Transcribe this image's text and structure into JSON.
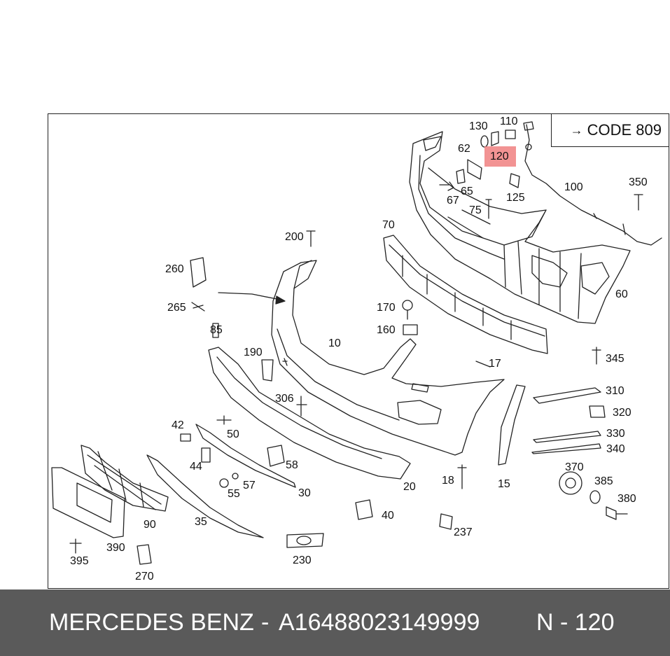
{
  "code_box": {
    "text": "CODE 809",
    "arrow": "→"
  },
  "highlight": {
    "label": "120",
    "color": "#f08080"
  },
  "labels": {
    "l130": "130",
    "l110": "110",
    "l62": "62",
    "l120": "120",
    "l65": "65",
    "l67": "67",
    "l125": "125",
    "l100": "100",
    "l350": "350",
    "l75": "75",
    "l70": "70",
    "l60": "60",
    "l200": "200",
    "l260": "260",
    "l265": "265",
    "l85": "85",
    "l170": "170",
    "l160": "160",
    "l10": "10",
    "l190": "190",
    "l17": "17",
    "l345": "345",
    "l306": "306",
    "l310": "310",
    "l320": "320",
    "l42": "42",
    "l50": "50",
    "l330": "330",
    "l340": "340",
    "l44": "44",
    "l58": "58",
    "l370": "370",
    "l57": "57",
    "l55": "55",
    "l18": "18",
    "l15": "15",
    "l385": "385",
    "l20": "20",
    "l30": "30",
    "l380": "380",
    "l90": "90",
    "l35": "35",
    "l40": "40",
    "l237": "237",
    "l390": "390",
    "l395": "395",
    "l270": "270",
    "l230": "230"
  },
  "footer": {
    "brand": "MERCEDES BENZ",
    "separator": "-",
    "part_number": "A16488023149999",
    "page": "N - 120"
  },
  "colors": {
    "footer_bg": "#5a5a5a",
    "line": "#222222",
    "highlight": "#f08080"
  }
}
